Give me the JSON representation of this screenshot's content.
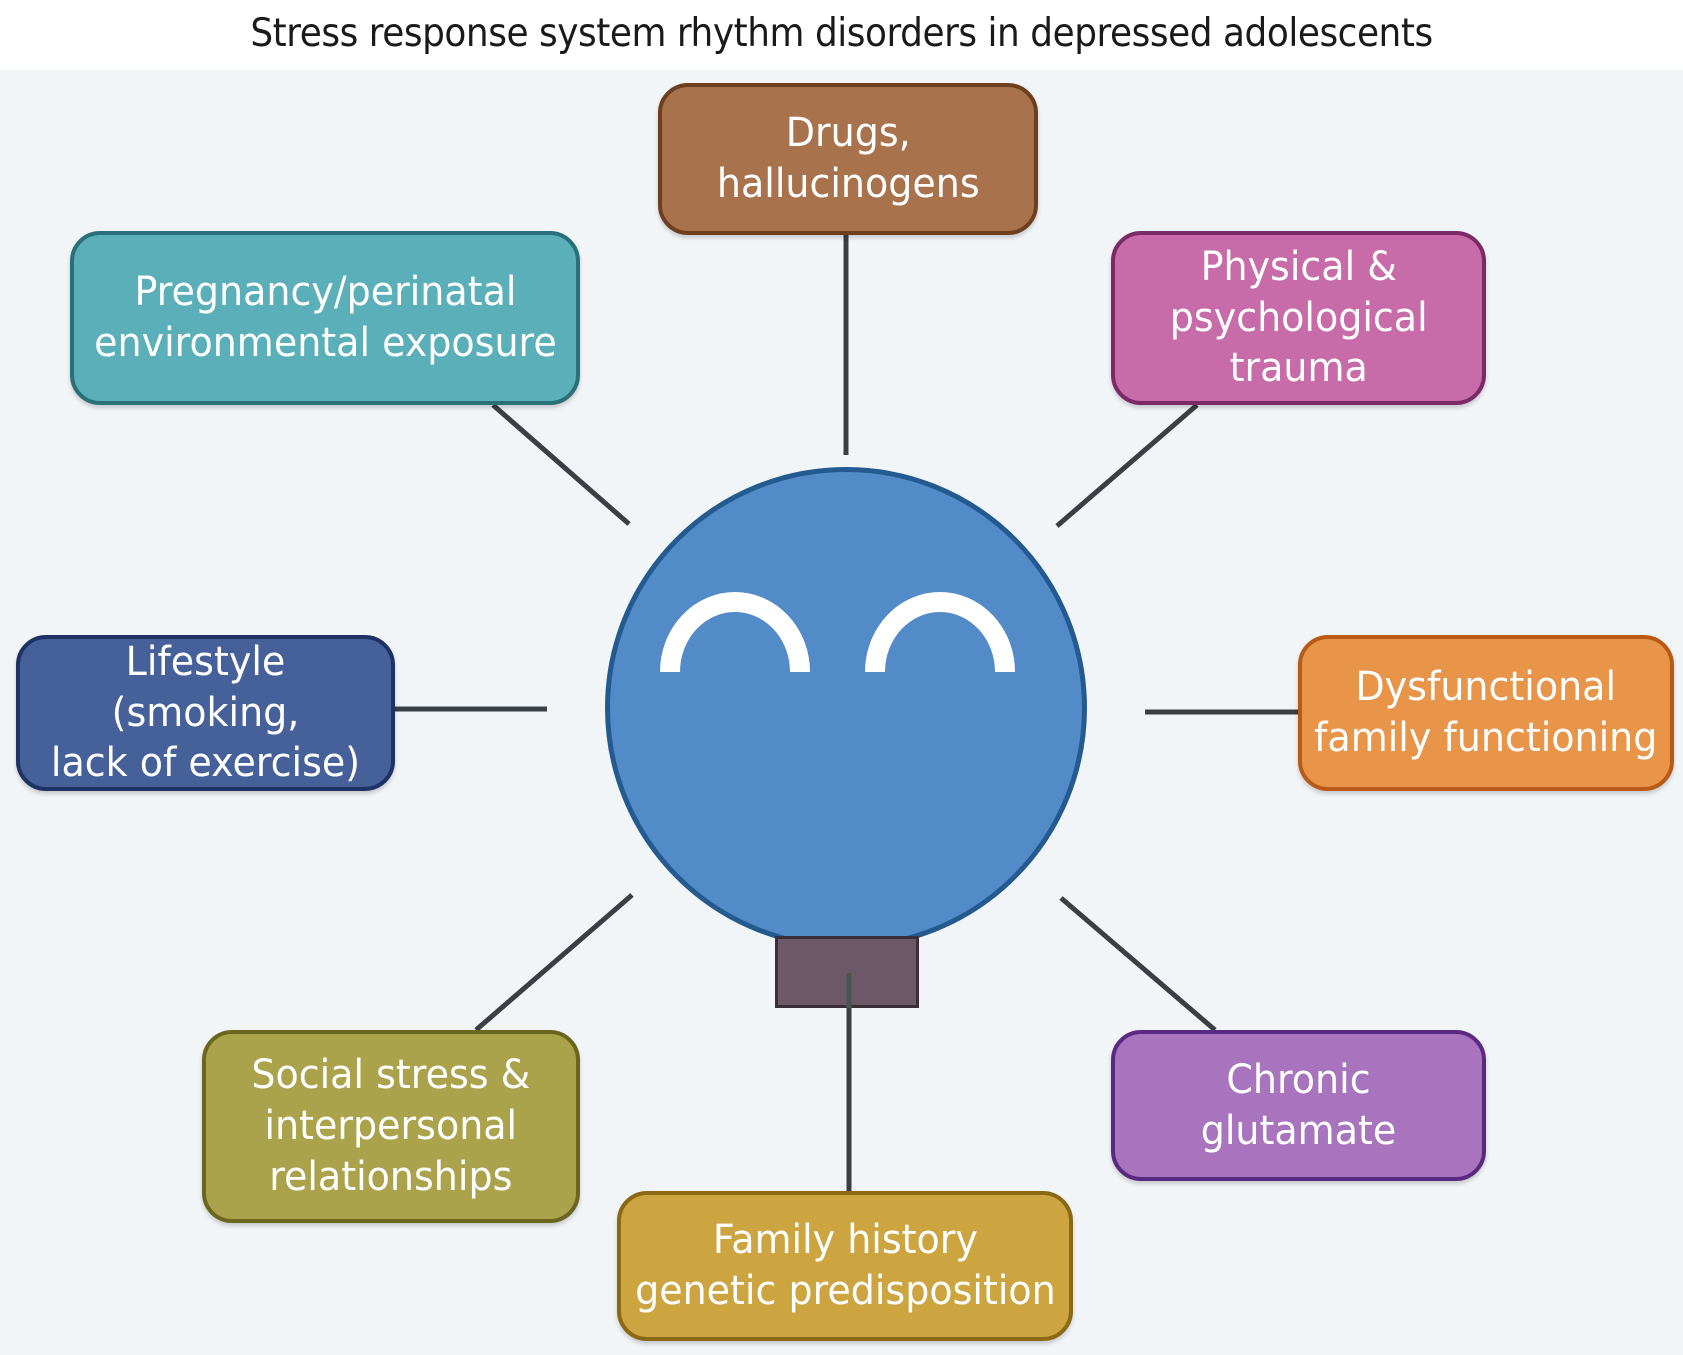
{
  "title": "Stress response system rhythm disorders in depressed adolescents",
  "center_icon": {
    "name": "smiling-head-icon",
    "fill": "#528bc8",
    "outline": "#245a90",
    "neck_fill": "#6d5868"
  },
  "factors": [
    {
      "id": "drugs",
      "label": "Drugs,\nhallucinogens",
      "fill": "#a8734c",
      "border": "#6e3f1e"
    },
    {
      "id": "pregnancy",
      "label": "Pregnancy/perinatal\nenvironmental exposure",
      "fill": "#5aafb8",
      "border": "#2a7078"
    },
    {
      "id": "trauma",
      "label": "Physical &\npsychological\ntrauma",
      "fill": "#c76ba9",
      "border": "#7a2a66"
    },
    {
      "id": "lifestyle",
      "label": "Lifestyle (smoking,\nlack of exercise)",
      "fill": "#46609a",
      "border": "#1e3266"
    },
    {
      "id": "family-functioning",
      "label": "Dysfunctional\nfamily functioning",
      "fill": "#e8954a",
      "border": "#b85a16"
    },
    {
      "id": "social-stress",
      "label": "Social stress &\ninterpersonal\nrelationships",
      "fill": "#aaa34c",
      "border": "#6a661e"
    },
    {
      "id": "family-history",
      "label": "Family history\ngenetic predisposition",
      "fill": "#cca540",
      "border": "#8a6814"
    },
    {
      "id": "glutamate",
      "label": "Chronic glutamate",
      "fill": "#a774bd",
      "border": "#5a2a82"
    }
  ],
  "connector_color": "#3a3f44"
}
